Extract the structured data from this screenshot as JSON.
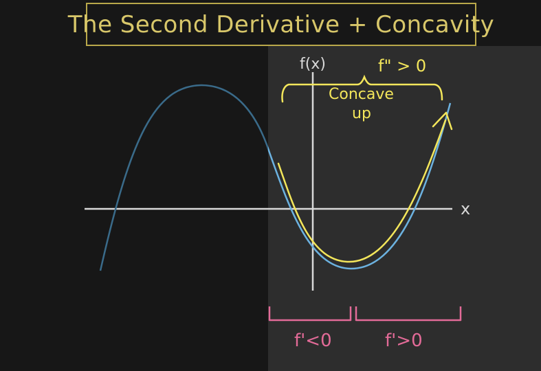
{
  "title": "The Second Derivative + Concavity",
  "graph": {
    "y_axis_label": "f(x)",
    "x_axis_label": "x",
    "second_derivative_label": "f\" > 0",
    "concavity_label_line1": "Concave",
    "concavity_label_line2": "up",
    "first_derivative_neg_label": "f'<0",
    "first_derivative_pos_label": "f'>0"
  },
  "colors": {
    "background": "#171717",
    "panel": "#2d2d2d",
    "title": "#d8c76a",
    "axes": "#d9d9d9",
    "curve": "#6cb2e0",
    "highlight": "#f3e65b",
    "derivative_brackets": "#e36b98"
  }
}
